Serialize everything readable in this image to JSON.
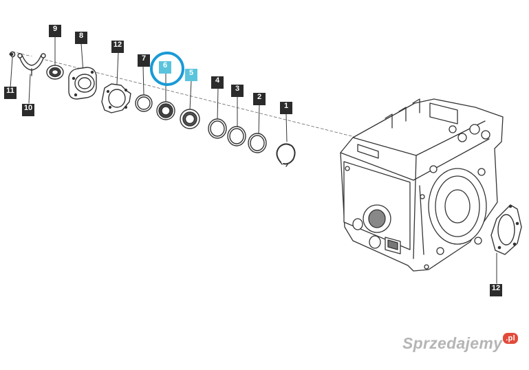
{
  "diagram": {
    "callouts": [
      {
        "id": "c11",
        "text": "11"
      },
      {
        "id": "c10",
        "text": "10"
      },
      {
        "id": "c9",
        "text": "9"
      },
      {
        "id": "c8",
        "text": "8"
      },
      {
        "id": "c12a",
        "text": "12"
      },
      {
        "id": "c7",
        "text": "7"
      },
      {
        "id": "c6",
        "text": "6",
        "highlight": true
      },
      {
        "id": "c5",
        "text": "5",
        "highlight": true
      },
      {
        "id": "c4",
        "text": "4"
      },
      {
        "id": "c3",
        "text": "3"
      },
      {
        "id": "c2",
        "text": "2"
      },
      {
        "id": "c1",
        "text": "1"
      },
      {
        "id": "c12b",
        "text": "12"
      }
    ],
    "highlight_color": "#5bc4dc",
    "circle_color": "#1a9ad6",
    "label_color": "#2b2b2b"
  },
  "watermark": {
    "text": "Sprzedajemy",
    "badge": ".pl"
  }
}
